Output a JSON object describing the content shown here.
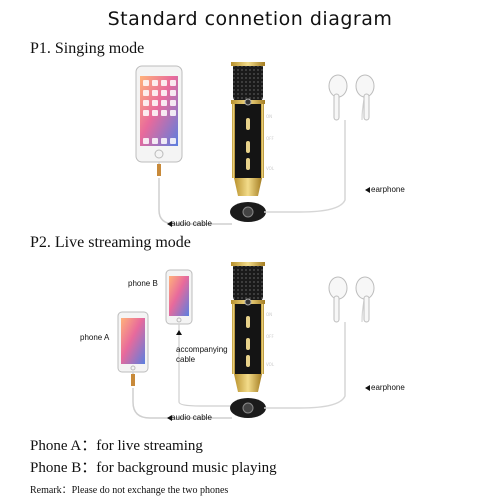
{
  "title": "Standard connetion diagram",
  "mode1": {
    "label": "P1. Singing mode",
    "audio_cable": "audio cable",
    "earphone": "earphone"
  },
  "mode2": {
    "label": "P2. Live streaming mode",
    "phone_b": "phone B",
    "phone_a": "phone A",
    "accompanying_cable": "accompanying cable",
    "audio_cable": "audio cable",
    "earphone": "earphone"
  },
  "mic": {
    "labels": [
      "ON",
      "OFF",
      "VOL"
    ]
  },
  "notes": {
    "phone_a": "Phone A：for live streaming",
    "phone_b": "Phone B：for background music playing",
    "remark": "Remark：Please do not exchange the two phones"
  }
}
